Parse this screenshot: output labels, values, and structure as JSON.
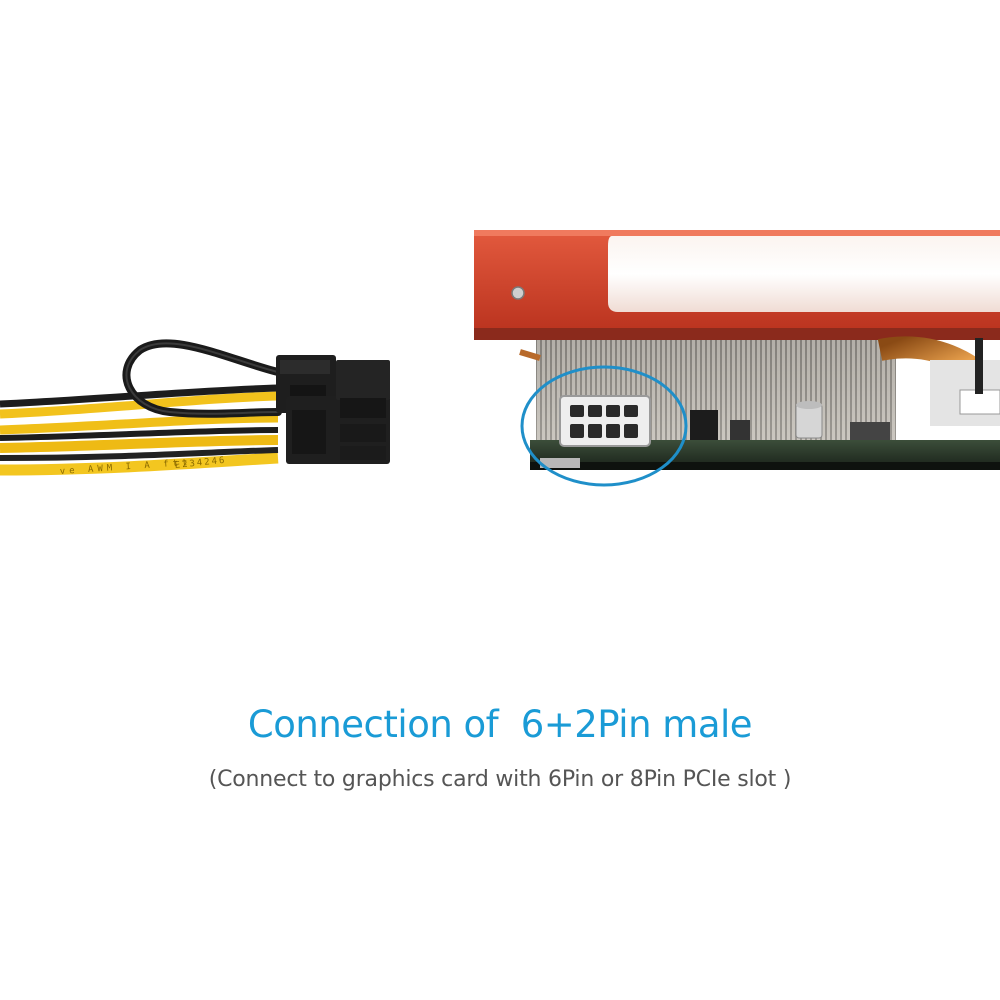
{
  "caption": {
    "title": "Connection of  6+2Pin male",
    "subtitle": "(Connect to graphics card with 6Pin or 8Pin PCIe slot )"
  },
  "cable": {
    "printed_text_left": "ve AWM I A ftt",
    "printed_text_right": "E234246"
  },
  "colors": {
    "title": "#1a9bd6",
    "subtitle": "#555555",
    "highlight_circle": "#1f8fc9",
    "card_shroud": "#d8452c",
    "wire_yellow": "#f2c21c",
    "wire_black": "#1d1d1d"
  },
  "icons": {
    "cable": "pcie-6plus2-pin-cable-image",
    "graphics_card": "graphics-card-image",
    "highlight": "circle-highlight"
  }
}
